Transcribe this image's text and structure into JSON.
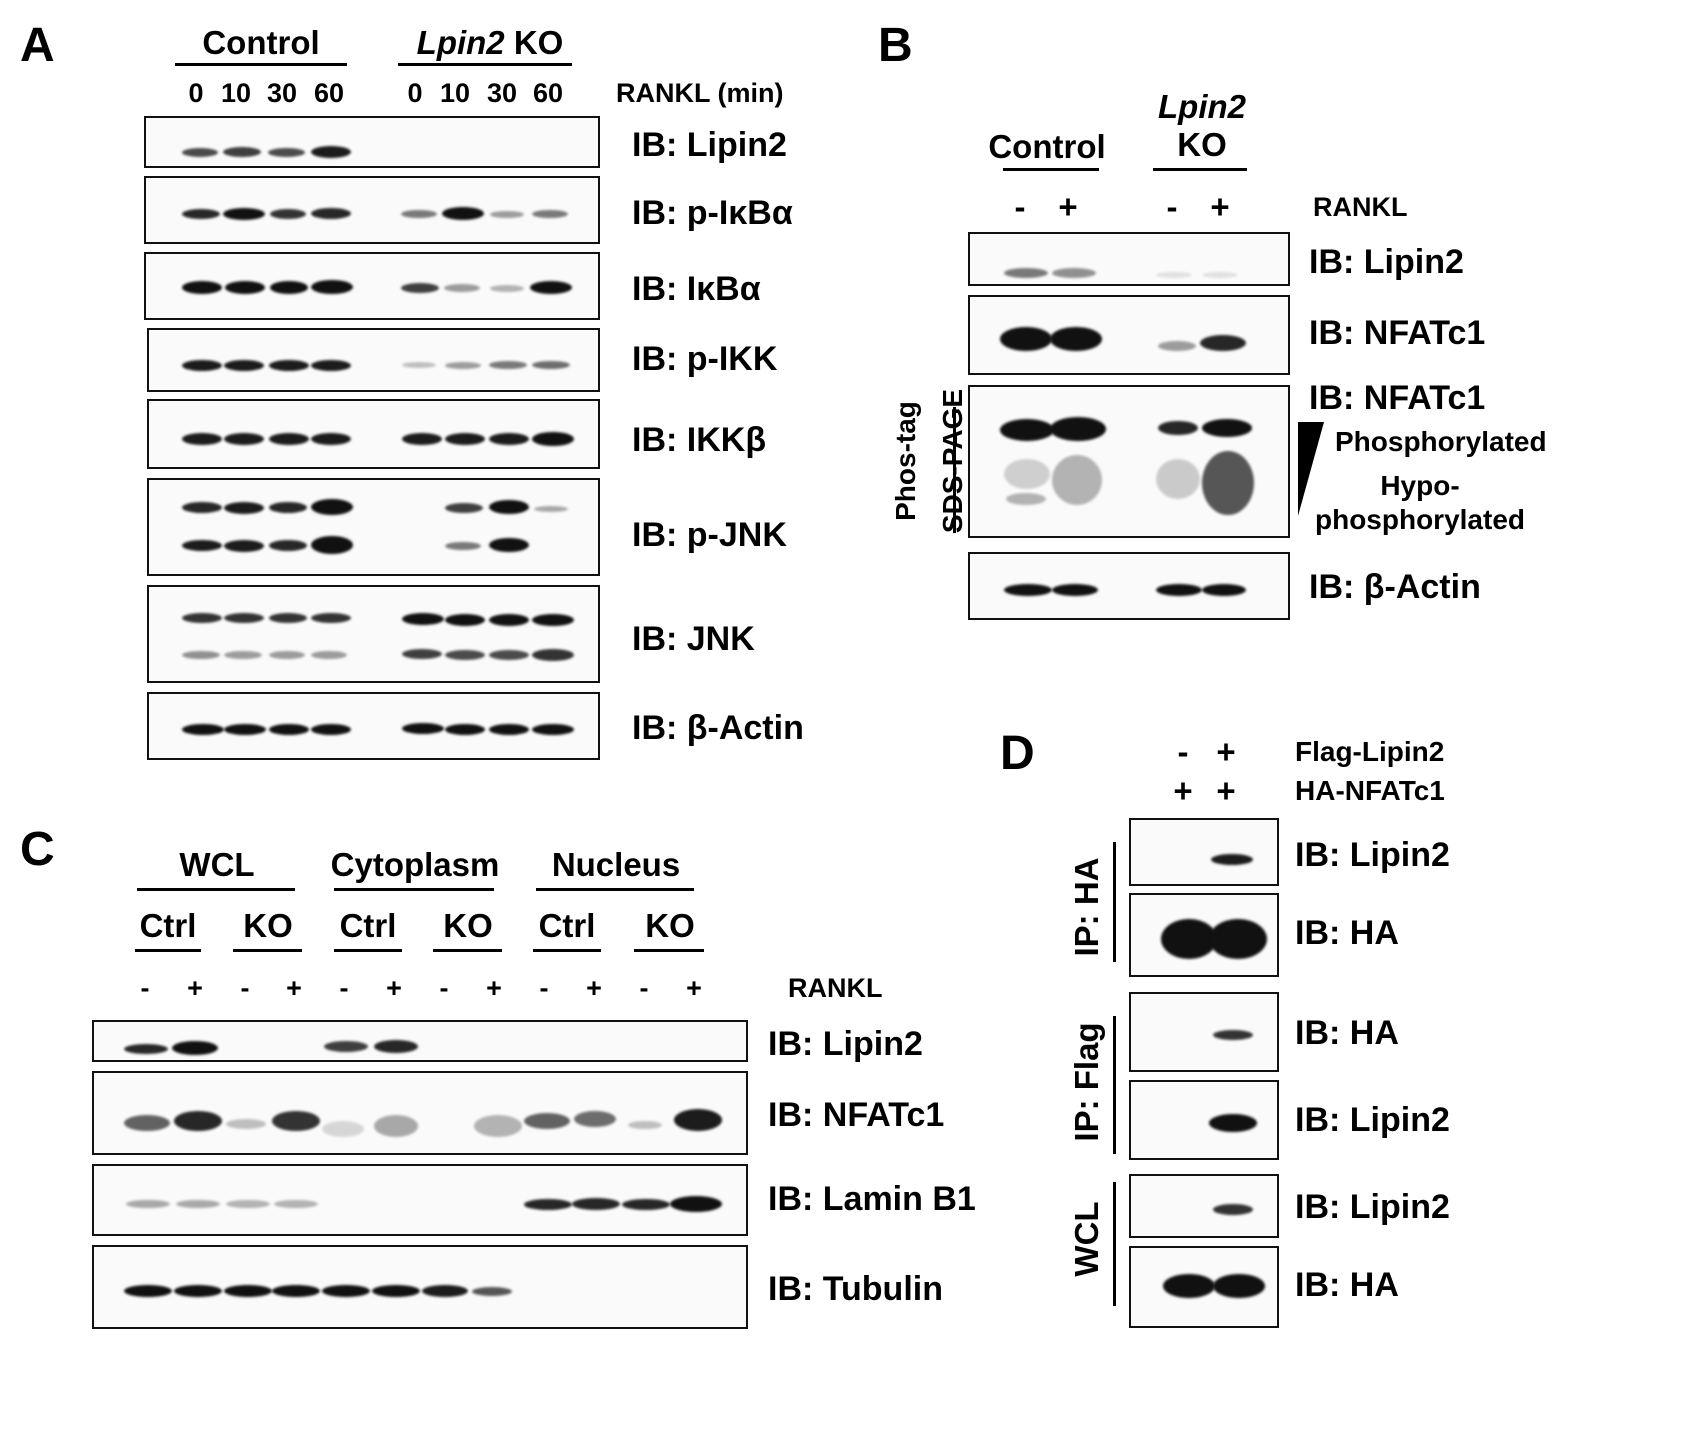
{
  "panels": {
    "A": "A",
    "B": "B",
    "C": "C",
    "D": "D"
  },
  "A": {
    "group1": "Control",
    "group2_italic": "Lpin2",
    "group2_rest": " KO",
    "times": [
      "0",
      "10",
      "30",
      "60",
      "0",
      "10",
      "30",
      "60"
    ],
    "treatment": "RANKL (min)",
    "blots": [
      "IB: Lipin2",
      "IB: p-IκBα",
      "IB: IκBα",
      "IB: p-IKK",
      "IB: IKKβ",
      "IB: p-JNK",
      "IB: JNK",
      "IB: β-Actin"
    ]
  },
  "B": {
    "group1": "Control",
    "group2_line1": "Lpin2",
    "group2_line2": "KO",
    "signs": [
      "-",
      "+",
      "-",
      "+"
    ],
    "treatment": "RANKL",
    "blots": [
      "IB: Lipin2",
      "IB: NFATc1",
      "IB: NFATc1",
      "IB: β-Actin"
    ],
    "side_label_1": "Phos-tag",
    "side_label_2": "SDS-PAGE",
    "phos": "Phosphorylated",
    "hypo1": "Hypo-",
    "hypo2": "phosphorylated"
  },
  "C": {
    "groups": [
      "WCL",
      "Cytoplasm",
      "Nucleus"
    ],
    "subs": [
      "Ctrl",
      "KO",
      "Ctrl",
      "KO",
      "Ctrl",
      "KO"
    ],
    "signs": [
      "-",
      "+",
      "-",
      "+",
      "-",
      "+",
      "-",
      "+",
      "-",
      "+",
      "-",
      "+"
    ],
    "treatment": "RANKL",
    "blots": [
      "IB: Lipin2",
      "IB: NFATc1",
      "IB: Lamin B1",
      "IB: Tubulin"
    ]
  },
  "D": {
    "row1_signs": [
      "-",
      "+"
    ],
    "row1_label": "Flag-Lipin2",
    "row2_signs": [
      "+",
      "+"
    ],
    "row2_label": "HA-NFATc1",
    "blots": [
      "IB: Lipin2",
      "IB: HA",
      "IB: HA",
      "IB: Lipin2",
      "IB: Lipin2",
      "IB: HA"
    ],
    "ip1": "IP: HA",
    "ip2": "IP: Flag",
    "wcl": "WCL"
  }
}
